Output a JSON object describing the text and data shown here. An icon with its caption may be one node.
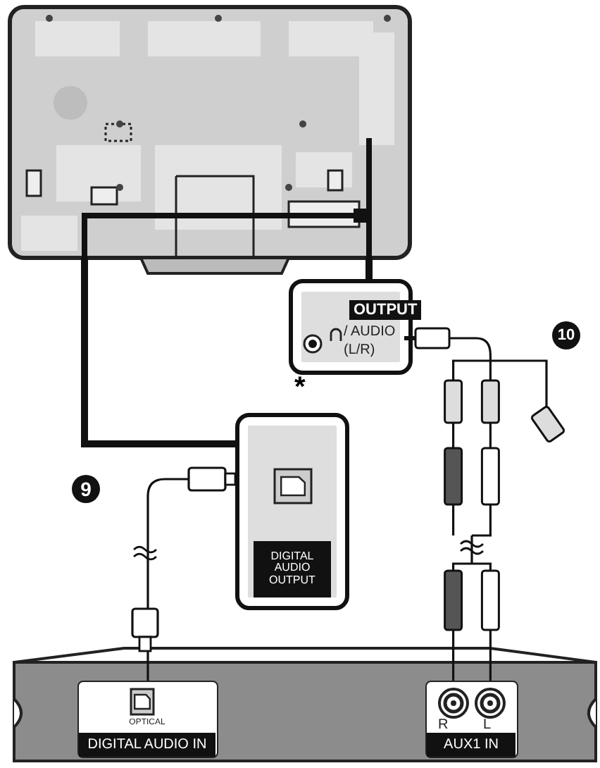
{
  "diagram": {
    "nodes": [
      {
        "text": [],
        "shape": "tv"
      },
      {
        "text": [
          "OUTPUT",
          "/ AUDIO (L/R)"
        ]
      },
      {
        "text": [
          "DIGITAL AUDIO OUTPUT"
        ]
      },
      {
        "text": [],
        "shape": "box"
      },
      {
        "text": [
          "OPTICAL",
          "DIGITAL AUDIO IN"
        ],
        "in": 3
      },
      {
        "text": [
          "R",
          "L",
          "AUX1 IN"
        ],
        "in": 3
      }
    ],
    "edges": [
      {
        "from": 0,
        "to": 1,
        "arrow": "none",
        "style": "thick"
      },
      {
        "from": 0,
        "to": 2,
        "arrow": "none",
        "style": "thick"
      },
      {
        "from": 2,
        "to": 4,
        "arrow": "other",
        "label": "9"
      },
      {
        "from": 1,
        "to": 5,
        "arrow": "other",
        "label": "10"
      }
    ],
    "labels": [
      "*"
    ]
  }
}
